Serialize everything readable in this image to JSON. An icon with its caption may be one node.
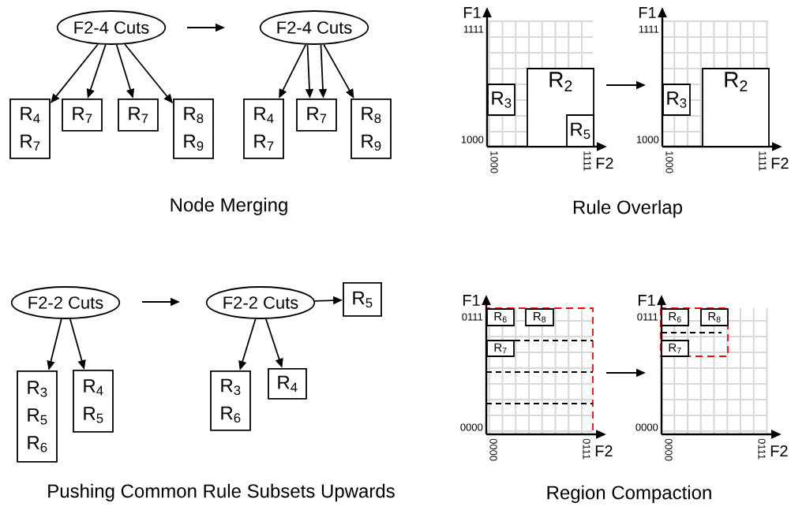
{
  "diagram": {
    "nodes": [
      {
        "text": [
          "F2-4 Cuts"
        ]
      },
      {
        "text": [
          "R$_{4}$ R$_{7}$"
        ]
      },
      {
        "text": [
          "R$_{7}$"
        ]
      },
      {
        "text": [
          "R$_{7}$"
        ]
      },
      {
        "text": [
          "R$_{8}$ R$_{9}$"
        ]
      },
      {
        "text": [
          "F2-4 Cuts"
        ]
      },
      {
        "text": [
          "R$_{4}$ R$_{7}$"
        ]
      },
      {
        "text": [
          "R$_{7}$"
        ]
      },
      {
        "text": [
          "R$_{8}$ R$_{9}$"
        ]
      },
      {
        "text": [
          "R$_{3}$"
        ]
      },
      {
        "text": [
          "R$_{2}$"
        ]
      },
      {
        "text": [
          "R$_{5}$"
        ],
        "in": 10
      },
      {
        "text": [
          "R$_{3}$"
        ]
      },
      {
        "text": [
          "R$_{2}$"
        ]
      },
      {
        "text": [
          "F2-2 Cuts"
        ]
      },
      {
        "text": [
          "R$_{3}$ R$_{5}$ R$_{6}$"
        ]
      },
      {
        "text": [
          "R$_{4}$ R$_{5}$"
        ]
      },
      {
        "text": [
          "F2-2 Cuts"
        ]
      },
      {
        "text": [
          "R$_{5}$"
        ]
      },
      {
        "text": [
          "R$_{3}$ R$_{6}$"
        ]
      },
      {
        "text": [
          "R$_{4}$"
        ]
      },
      {
        "text": [
          "R$_{6}$"
        ]
      },
      {
        "text": [
          "R$_{8}$"
        ]
      },
      {
        "text": [
          "R$_{7}$"
        ]
      },
      {
        "text": [
          "R$_{6}$"
        ]
      },
      {
        "text": [
          "R$_{8}$"
        ]
      },
      {
        "text": [
          "R$_{7}$"
        ]
      }
    ],
    "edges": [
      {
        "from": 0,
        "to": 1,
        "arrow": "to"
      },
      {
        "from": 0,
        "to": 2,
        "arrow": "to"
      },
      {
        "from": 0,
        "to": 3,
        "arrow": "to"
      },
      {
        "from": 0,
        "to": 4,
        "arrow": "to"
      },
      {
        "from": 5,
        "to": 6,
        "arrow": "to"
      },
      {
        "from": 5,
        "to": 7,
        "arrow": "to"
      },
      {
        "from": 5,
        "to": 7,
        "arrow": "to"
      },
      {
        "from": 5,
        "to": 8,
        "arrow": "to"
      },
      {
        "from": 14,
        "to": 15,
        "arrow": "to"
      },
      {
        "from": 14,
        "to": 16,
        "arrow": "to"
      },
      {
        "from": 17,
        "to": 18,
        "arrow": "to"
      },
      {
        "from": 17,
        "to": 19,
        "arrow": "to"
      },
      {
        "from": 17,
        "to": 20,
        "arrow": "to"
      }
    ],
    "labels": [
      "F1",
      "1111",
      "1000",
      "1000",
      "1111",
      "F2",
      "F1",
      "1111",
      "1000",
      "1000",
      "1111",
      "F2",
      "Node Merging",
      "Rule Overlap",
      "F1",
      "0111",
      "0000",
      "0000",
      "0111",
      "F2",
      "F1",
      "0111",
      "0000",
      "0000",
      "0111",
      "F2",
      "Pushing Common Rule Subsets Upwards",
      "Region Compaction"
    ]
  }
}
